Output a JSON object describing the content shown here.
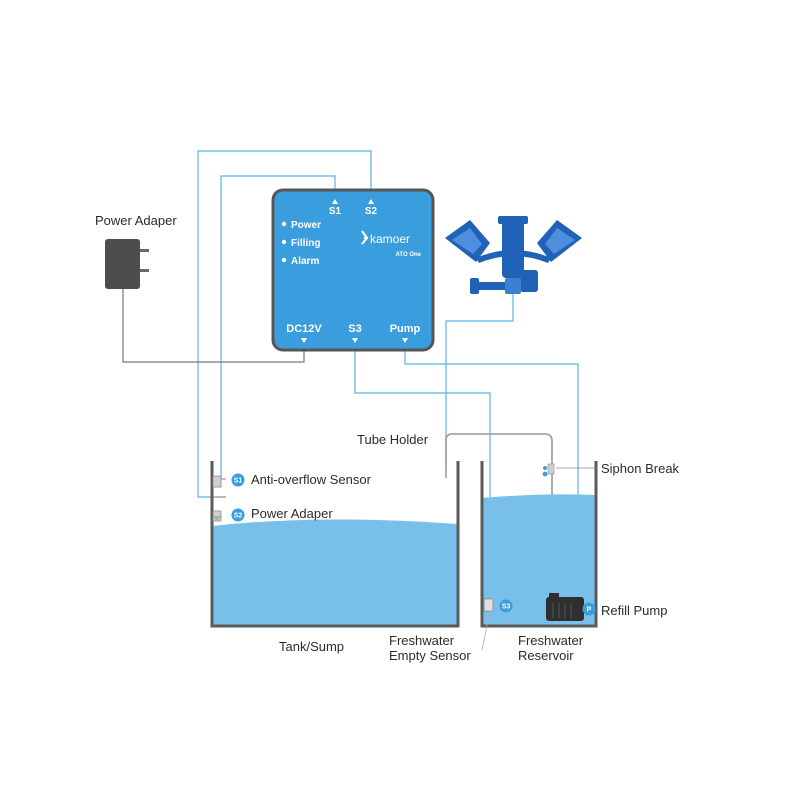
{
  "labels": {
    "power_adapter_top": "Power Adaper",
    "tube_holder": "Tube Holder",
    "siphon_break": "Siphon Break",
    "anti_overflow_sensor": "Anti-overflow Sensor",
    "power_adapter_s2": "Power Adaper",
    "refill_pump": "Refill Pump",
    "tank_sump": "Tank/Sump",
    "freshwater_empty_sensor": [
      "Freshwater",
      "Empty Sensor"
    ],
    "freshwater_reservoir": [
      "Freshwater",
      "Reservoir"
    ]
  },
  "controller": {
    "brand": "kamoer",
    "model": "ATO One",
    "indicators": [
      "Power",
      "Filling",
      "Alarm"
    ],
    "ports_top": [
      "S1",
      "S2"
    ],
    "ports_bottom": [
      "DC12V",
      "S3",
      "Pump"
    ]
  },
  "badges": {
    "s1": "S1",
    "s2": "S2",
    "s3": "S3",
    "pump": "P"
  },
  "colors": {
    "controller_blue": "#3a9ede",
    "controller_border": "#555555",
    "water": "#78c0ea",
    "line_blue": "#58b4e6",
    "wall_gray": "#5a5a5a",
    "holder_blue": "#1f62b8"
  }
}
